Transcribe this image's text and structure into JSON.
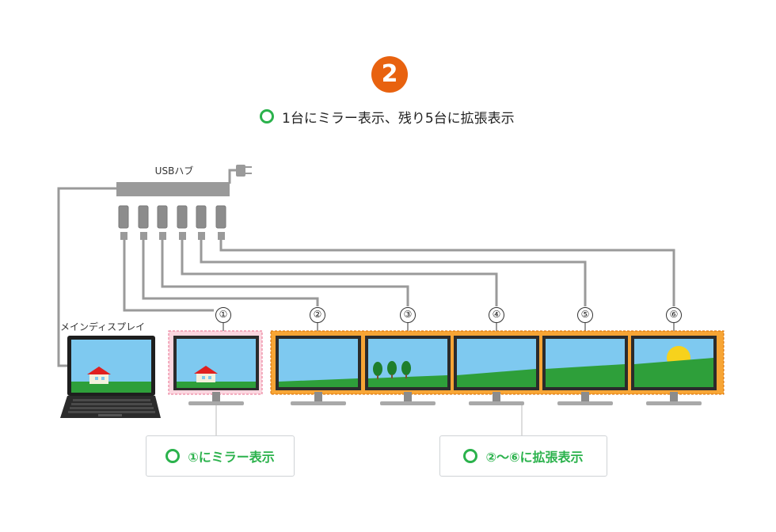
{
  "step_badge": "2",
  "subtitle": "1台にミラー表示、残り5台に拡張表示",
  "hub_label": "USBハブ",
  "main_display_label": "メインディスプレイ",
  "monitor_numbers": [
    "①",
    "②",
    "③",
    "④",
    "⑤",
    "⑥"
  ],
  "callouts": [
    {
      "text": "①にミラー表示"
    },
    {
      "text": "②〜⑥に拡張表示"
    }
  ],
  "colors": {
    "badge": "#e8620f",
    "ring": "#2bb24c",
    "mirror_highlight": "#f6b7c6",
    "extend_highlight": "#f7a535",
    "sky": "#7ec9f0",
    "grass": "#2e9f3a"
  },
  "icons": [
    "usb-hub-icon",
    "power-plug-icon",
    "laptop-icon",
    "monitor-icon",
    "house-icon",
    "tree-icon",
    "sun-icon"
  ]
}
